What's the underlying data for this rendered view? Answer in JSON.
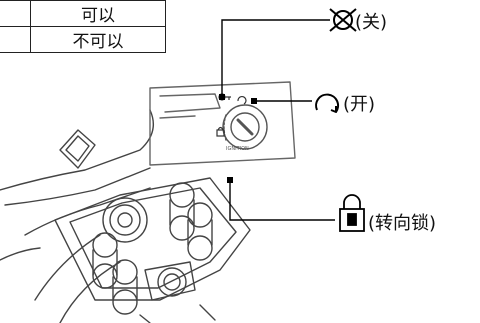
{
  "table": {
    "rows": [
      {
        "col1": "",
        "col2": "可以"
      },
      {
        "col1": "",
        "col2": "不可以"
      }
    ]
  },
  "labels": {
    "off": "(关)",
    "on": "(开)",
    "steering_lock": "(转向锁)"
  },
  "ignition_panel_text": "IGNITION",
  "icons": {
    "off": "off-x-circle-icon",
    "on": "on-circular-arrow-icon",
    "lock": "padlock-icon",
    "key": "key-icon"
  }
}
